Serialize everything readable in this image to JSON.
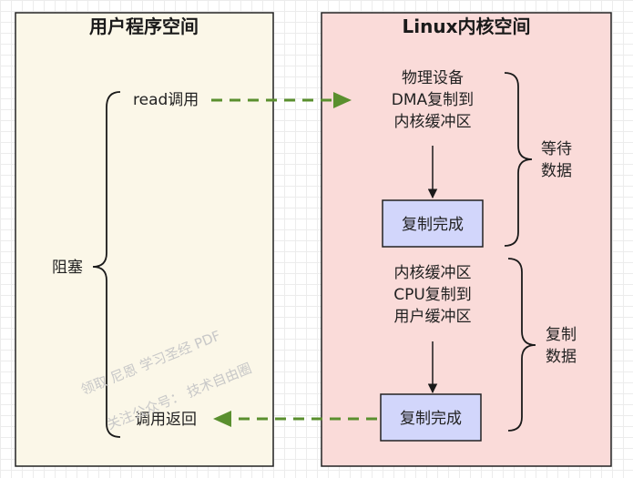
{
  "user_space": {
    "title": "用户程序空间",
    "read_call": "read调用",
    "block": "阻塞",
    "call_return": "调用返回"
  },
  "kernel_space": {
    "title": "Linux内核空间",
    "step1": [
      "物理设备",
      "DMA复制到",
      "内核缓冲区"
    ],
    "step2": [
      "内核缓冲区",
      "CPU复制到",
      "用户缓冲区"
    ],
    "done1": "复制完成",
    "done2": "复制完成",
    "wait_data": [
      "等待",
      "数据"
    ],
    "copy_data": [
      "复制",
      "数据"
    ]
  },
  "watermark": [
    "领取 尼恩 学习圣经 PDF",
    "关注公众号： 技术自由圈"
  ],
  "colors": {
    "user_bg": "#fbf7e8",
    "kernel_bg": "#fadbd9",
    "box_bg": "#d2d6fb",
    "arrow_green": "#5a8f2e"
  }
}
